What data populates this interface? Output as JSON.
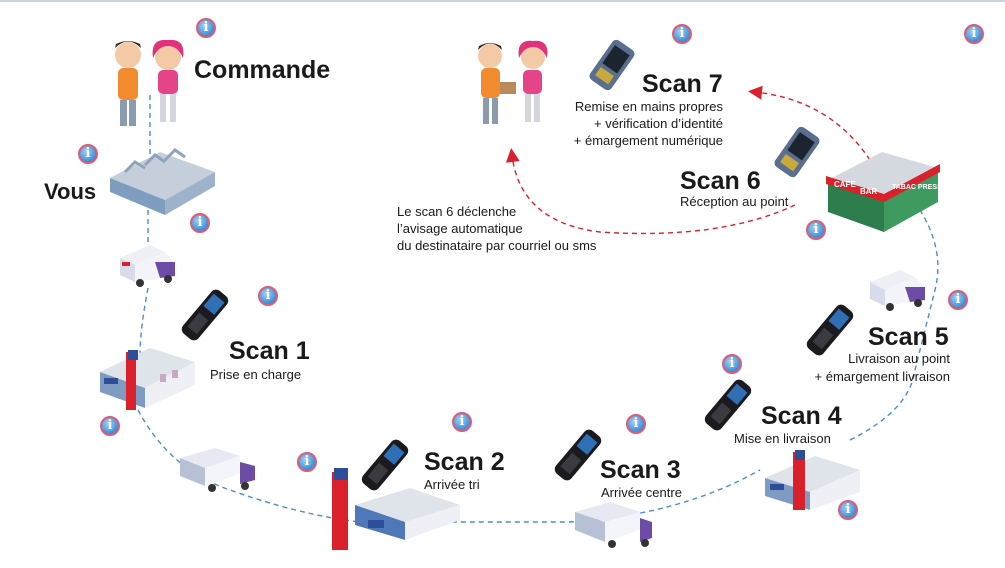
{
  "labels": {
    "commande": "Commande",
    "vous": "Vous",
    "scan1_title": "Scan 1",
    "scan1_sub": "Prise en charge",
    "scan2_title": "Scan 2",
    "scan2_sub": "Arrivée tri",
    "scan3_title": "Scan 3",
    "scan3_sub": "Arrivée centre",
    "scan4_title": "Scan 4",
    "scan4_sub": "Mise en livraison",
    "scan5_title": "Scan 5",
    "scan5_line1": "Livraison au point",
    "scan5_line2": "+ émargement livraison",
    "scan6_title": "Scan 6",
    "scan6_sub": "Réception au point",
    "scan7_title": "Scan 7",
    "scan7_line1": "Remise en mains propres",
    "scan7_line2": "+ vérification d’identité",
    "scan7_line3": "+ émargement numérique",
    "note_line1": "Le scan 6 déclenche",
    "note_line2": "l’avisage automatique",
    "note_line3": "du destinataire par courriel ou sms"
  },
  "shop_sign": {
    "cafe": "CAFE",
    "bar": "BAR",
    "tabac": "TABAC PRESSE"
  },
  "info_symbol": "i",
  "colors": {
    "path_blue": "#4a8fc9",
    "arrow_red": "#d9202b",
    "info_fill": "#3d8fd6",
    "info_ring": "#e25a73"
  }
}
